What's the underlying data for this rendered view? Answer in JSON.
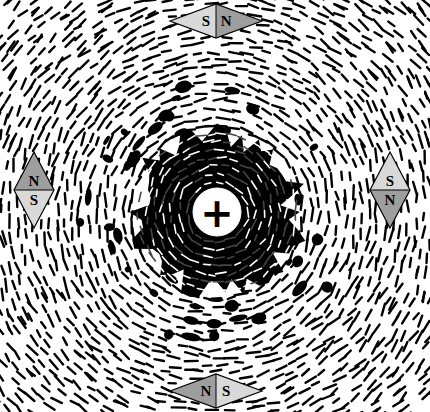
{
  "diagram": {
    "nodes": [
      {
        "text": [
          "S",
          "N"
        ]
      },
      {
        "text": [
          "N",
          "S"
        ]
      },
      {
        "text": [
          "+"
        ]
      },
      {
        "text": [
          "S",
          "N"
        ]
      },
      {
        "text": [
          "N",
          "S"
        ]
      }
    ]
  }
}
